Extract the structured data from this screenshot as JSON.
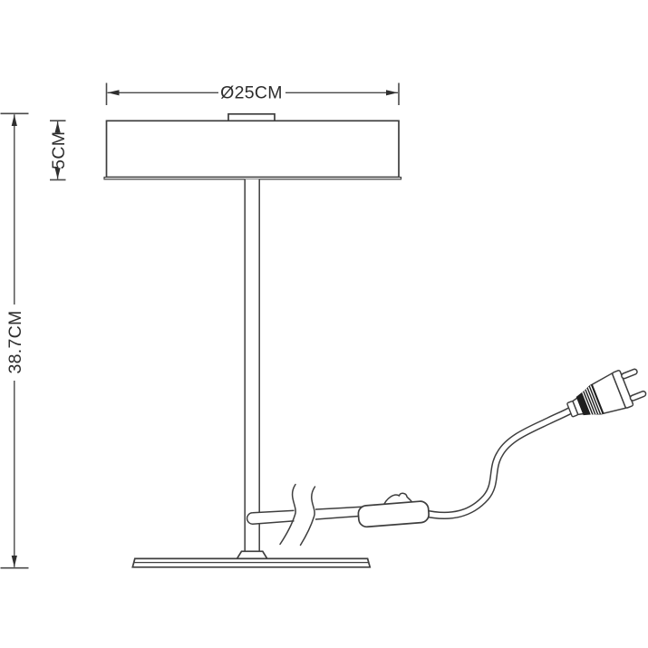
{
  "drawing": {
    "labels": {
      "diameter": "Ø25CM",
      "shade_height": "5CM",
      "total_height": "38.7CM"
    },
    "colors": {
      "background": "#ffffff",
      "line": "#3e3e3e",
      "text": "#2d2d2d",
      "plug_rib_fill": "#1e1e1e"
    },
    "parts": [
      "lamp-shade",
      "canopy-cap",
      "pole",
      "base",
      "cord",
      "inline-switch",
      "euro-plug",
      "cord-break-marks"
    ]
  }
}
